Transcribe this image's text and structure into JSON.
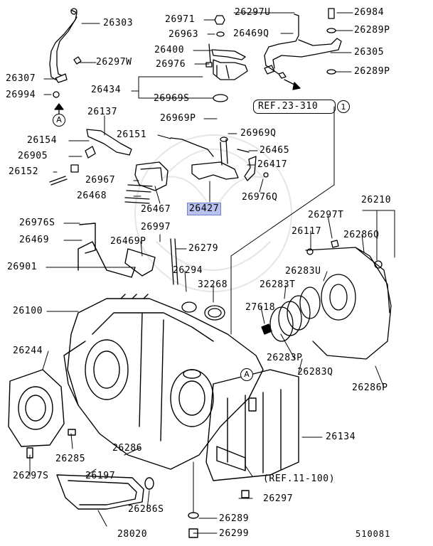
{
  "diagram": {
    "highlighted_part": "26427",
    "parts": {
      "p26303": "26303",
      "p26297W": "26297W",
      "p26307": "26307",
      "p26994": "26994",
      "p26971": "26971",
      "p26963": "26963",
      "p26400": "26400",
      "p26976": "26976",
      "p26434": "26434",
      "p26969S": "26969S",
      "p26297U": "26297U",
      "p26469Q": "26469Q",
      "p26984": "26984",
      "p26289P_top": "26289P",
      "p26305": "26305",
      "p26289P_mid": "26289P",
      "p26137": "26137",
      "p26969P": "26969P",
      "p26154": "26154",
      "p26151": "26151",
      "p26969Q": "26969Q",
      "p26905": "26905",
      "p26465": "26465",
      "p26152": "26152",
      "p26417": "26417",
      "p26967": "26967",
      "p26468": "26468",
      "p26467": "26467",
      "p26427": "26427",
      "p26976Q": "26976Q",
      "p26210": "26210",
      "p26976S": "26976S",
      "p26997": "26997",
      "p26297T": "26297T",
      "p26469": "26469",
      "p26117": "26117",
      "p26286Q": "26286Q",
      "p26469P": "26469P",
      "p26279": "26279",
      "p26901": "26901",
      "p26294": "26294",
      "p26283U": "26283U",
      "p32268": "32268",
      "p26283T": "26283T",
      "p27618": "27618",
      "p26100": "26100",
      "p26244": "26244",
      "p26283P": "26283P",
      "p26283Q": "26283Q",
      "p26286P": "26286P",
      "p26134": "26134",
      "p26285": "26285",
      "p26286": "26286",
      "p26297S": "26297S",
      "p26197": "26197",
      "p26297": "26297",
      "p26286S": "26286S",
      "p26289": "26289",
      "p28020": "28020",
      "p26299": "26299"
    },
    "references": {
      "ref_top": "REF.23-310",
      "ref_top_badge": "1",
      "ref_bottom": "(REF.11-100)"
    },
    "markers": {
      "a_top": "A",
      "a_bottom": "A"
    },
    "drawing_code": "510081"
  }
}
